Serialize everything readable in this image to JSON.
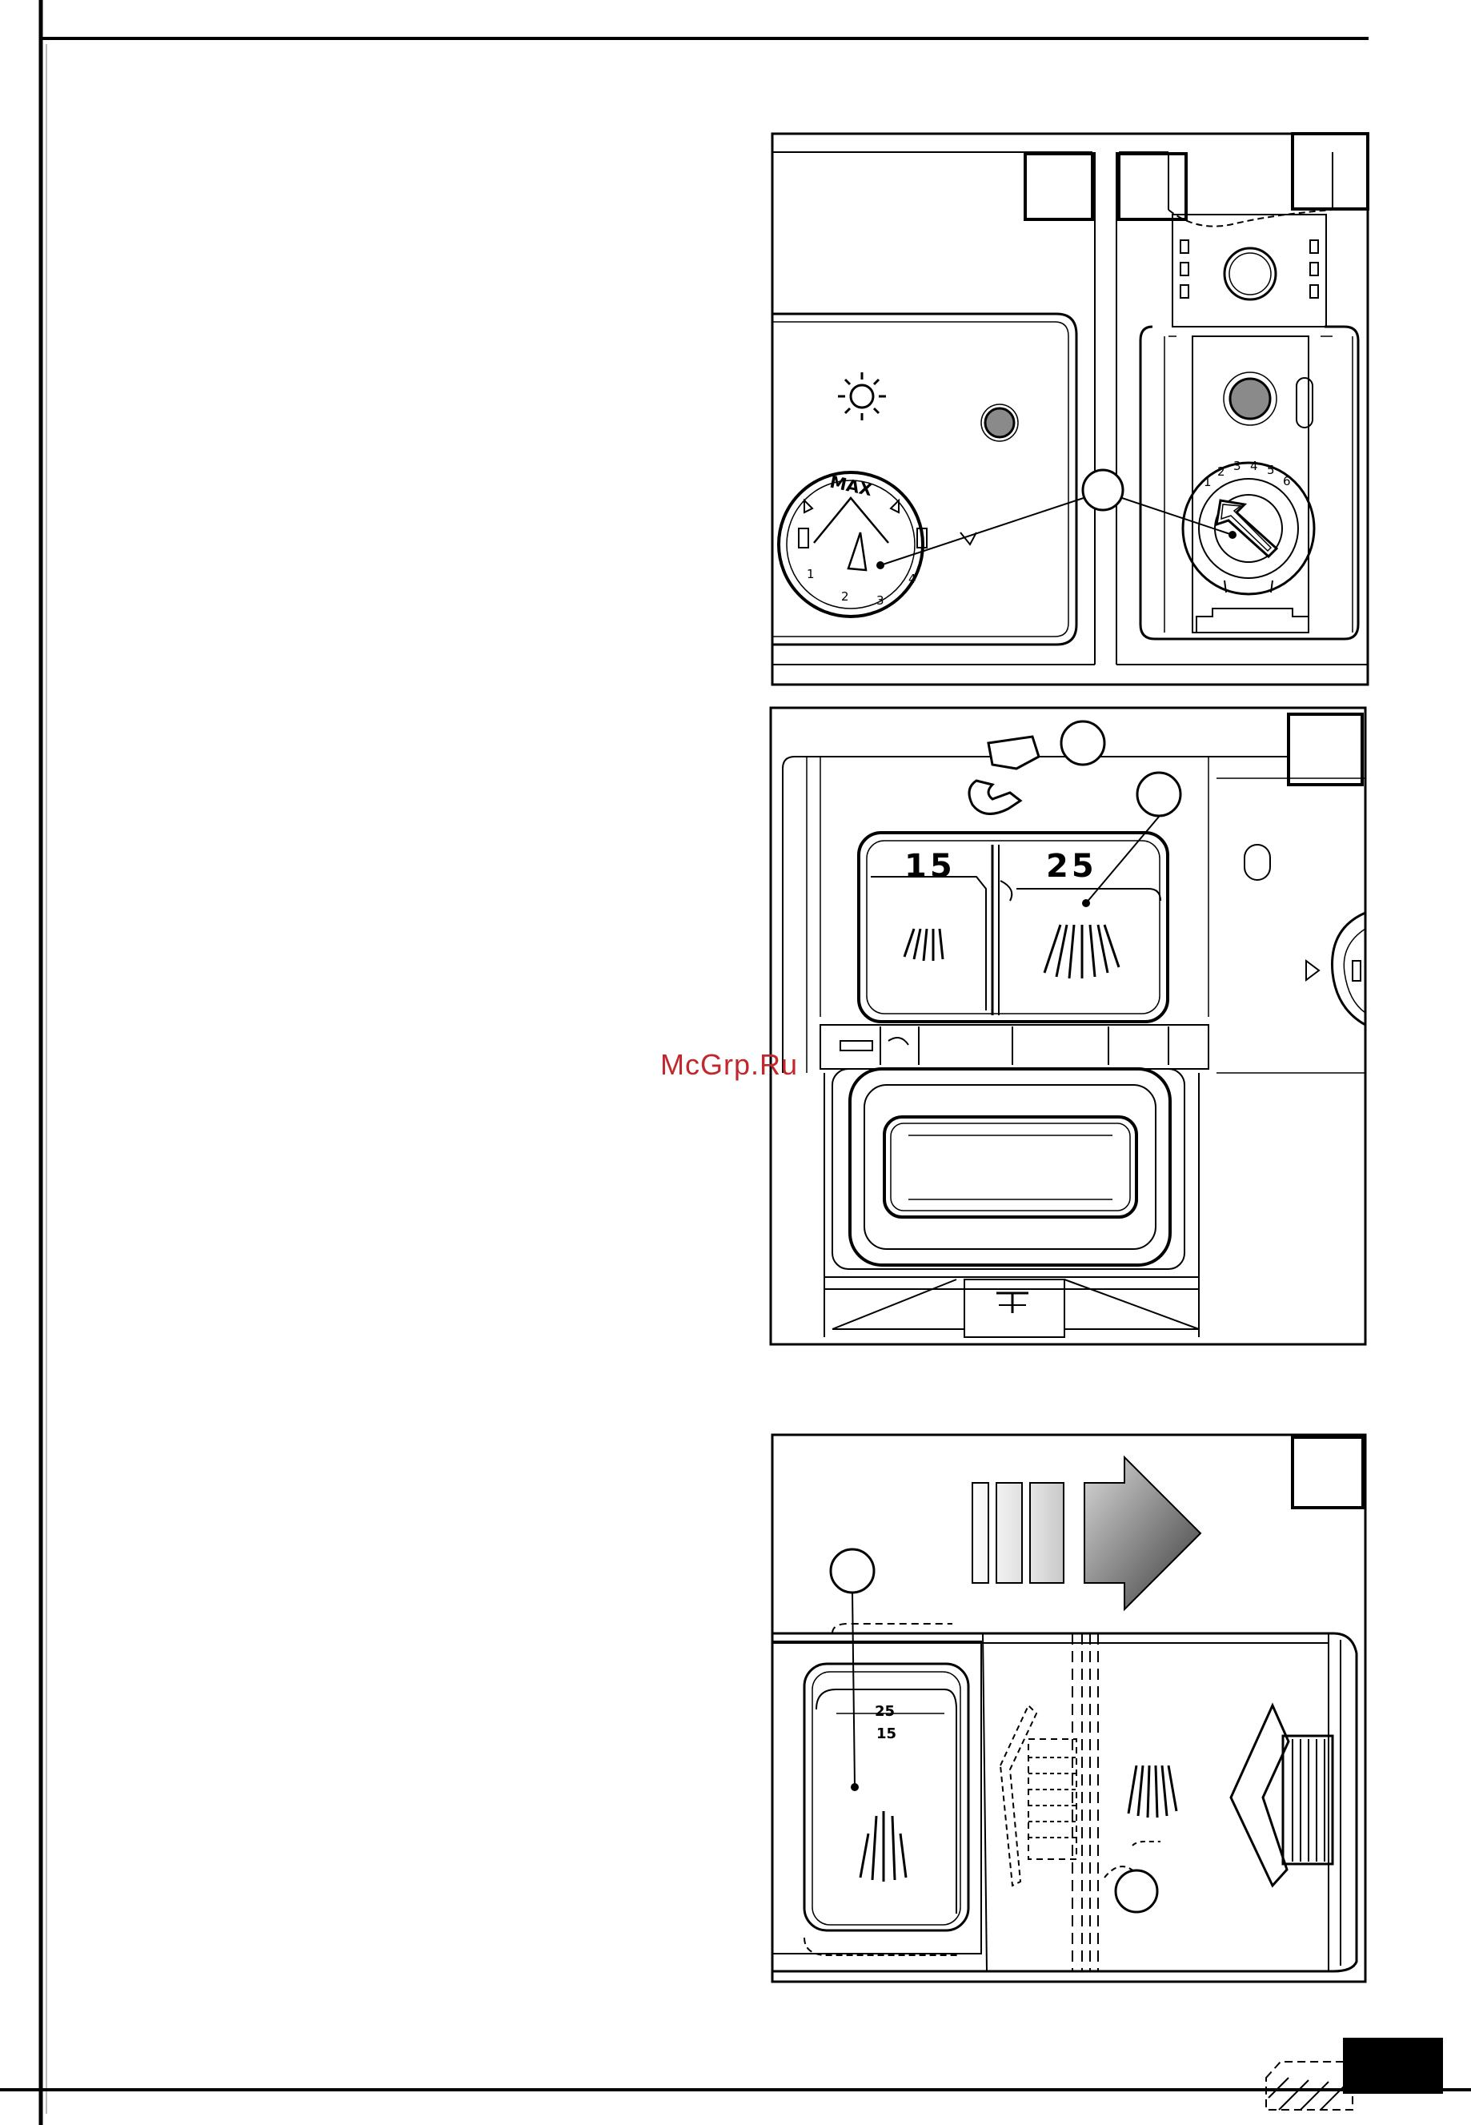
{
  "watermark": "McGrp.Ru",
  "figure_top": {
    "dial_left": {
      "max_label": "MAX",
      "scale": [
        "1",
        "2",
        "3",
        "4"
      ]
    },
    "dial_right": {
      "scale": [
        "1",
        "2",
        "3",
        "4",
        "5",
        "6"
      ]
    }
  },
  "figure_middle": {
    "dose_left": "15",
    "dose_right": "25"
  },
  "figure_bottom": {
    "dose_high": "25",
    "dose_low": "15"
  },
  "colors": {
    "line": "#000000",
    "gray_fill": "#8a8a8a",
    "watermark": "#c0282d"
  }
}
